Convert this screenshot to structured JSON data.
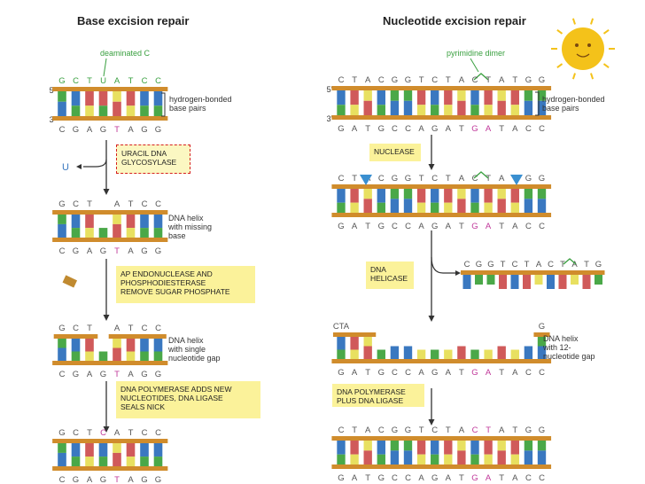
{
  "headings": {
    "base": "Base excision repair",
    "nucleotide": "Nucleotide excision repair"
  },
  "colors": {
    "A": "#e8e060",
    "C": "#3a78c0",
    "G": "#4aa848",
    "T": "#d05a5a",
    "backbone": "#d08c2c",
    "text_green": "#3aa040",
    "text_gray": "#555555",
    "highlight": "#c0389a",
    "box": "#fbf29a",
    "dashed_border": "#d62020",
    "triangle": "#3a8fd0",
    "sun": "#f4c21a"
  },
  "ber": {
    "annotation": "deaminated C",
    "strand_top": "5'",
    "strand_bottom": "3'",
    "bracket_label": "hydrogen-bonded\nbase pairs",
    "removed_base": "U",
    "enzyme1": "URACIL DNA\nGLYCOSYLASE",
    "label_missing_base": "DNA helix\nwith missing\nbase",
    "enzyme2": "AP ENDONUCLEASE AND\nPHOSPHODIESTERASE\nREMOVE SUGAR PHOSPHATE",
    "label_gap": "DNA helix\nwith single\nnucleotide gap",
    "enzyme3": "DNA POLYMERASE ADDS NEW\nNUCLEOTIDES, DNA LIGASE\nSEALS NICK",
    "stage1_top": "GCTUATCC",
    "stage1_bottom": "CGAGTAGG",
    "stage2_top": "GCT ATCC",
    "stage2_bottom": "CGAGTAGG",
    "stage3_top": "GCT ATCC",
    "stage3_bottom": "CGAGTAGG",
    "stage4_top": "GCTCATCC",
    "stage4_bottom": "CGAGTAGG"
  },
  "ner": {
    "annotation": "pyrimidine dimer",
    "strand_top": "5'",
    "strand_bottom": "3'",
    "bracket_label": "hydrogen-bonded\nbase pairs",
    "enzyme1": "NUCLEASE",
    "enzyme2": "DNA\nHELICASE",
    "label_gap": "DNA helix\nwith 12-\nnucleotide gap",
    "enzyme3": "DNA POLYMERASE\nPLUS DNA LIGASE",
    "stage1_top": "CTACGGTCTACTATGG",
    "stage1_bottom": "GATGCCAGATGATACC",
    "stage2_top": "CTACGGTCTACTATGG",
    "stage2_bottom": "GATGCCAGATGATACC",
    "excised_fragment": "CGGTCTACTATG",
    "stage3_top_left": "CTA",
    "stage3_top_right": "G",
    "stage3_bottom": "GATGCCAGATGATACC",
    "stage4_top": "CTACGGTCTACTATGG",
    "stage4_bottom": "GATGCCAGATGATACC"
  }
}
